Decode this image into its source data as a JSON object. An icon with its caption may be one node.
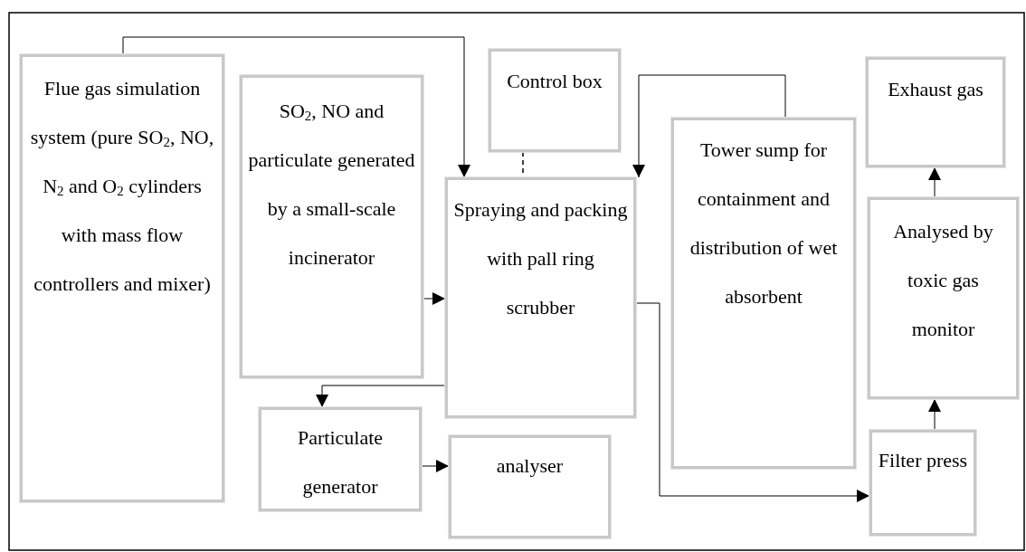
{
  "diagram": {
    "nodes": [
      {
        "text": [
          "Flue gas simulation system (pure SO$_{2}$, NO, N$_{2}$ and O$_{2}$ cylinders with mass flow controllers and mixer)"
        ]
      },
      {
        "text": [
          "SO$_{2}$, NO and particulate generated by a small-scale incinerator"
        ]
      },
      {
        "text": [
          "Control box"
        ]
      },
      {
        "text": [
          "Spraying and packing with pall ring scrubber"
        ]
      },
      {
        "text": [
          "Tower sump for containment and distribution of wet absorbent"
        ]
      },
      {
        "text": [
          "Exhaust gas"
        ]
      },
      {
        "text": [
          "Analysed by toxic gas monitor"
        ]
      },
      {
        "text": [
          "Particulate generator"
        ]
      },
      {
        "text": [
          "analyser"
        ]
      },
      {
        "text": [
          "Filter press"
        ]
      }
    ],
    "edges": [
      {
        "from": 0,
        "to": 3,
        "arrow": "to"
      },
      {
        "from": 1,
        "to": 3,
        "arrow": "to"
      },
      {
        "from": 2,
        "to": 3,
        "arrow": "none",
        "style": "dashed"
      },
      {
        "from": 4,
        "to": 3,
        "arrow": "to"
      },
      {
        "from": 3,
        "to": 7,
        "arrow": "to"
      },
      {
        "from": 7,
        "to": 8,
        "arrow": "to"
      },
      {
        "from": 3,
        "to": 9,
        "arrow": "to"
      },
      {
        "from": 9,
        "to": 6,
        "arrow": "to"
      },
      {
        "from": 6,
        "to": 5,
        "arrow": "to"
      }
    ]
  }
}
